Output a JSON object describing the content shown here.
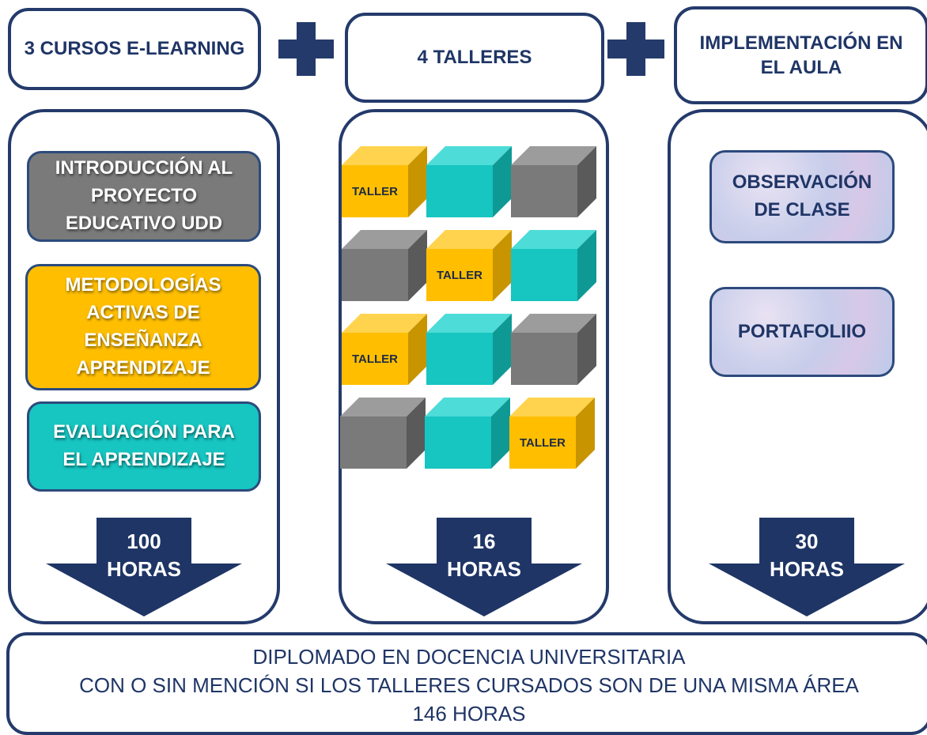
{
  "headers": {
    "col1": "3 CURSOS E-LEARNING",
    "col2": "4 TALLERES",
    "col3": "IMPLEMENTACIÓN EN EL AULA"
  },
  "courses": [
    {
      "label": "INTRODUCCIÓN AL PROYECTO EDUCATIVO UDD",
      "color": "#7a7a7a"
    },
    {
      "label": "METODOLOGÍAS ACTIVAS DE ENSEÑANZA APRENDIZAJE",
      "color": "#ffbf00"
    },
    {
      "label": "EVALUACIÓN PARA EL APRENDIZAJE",
      "color": "#17c5c1"
    }
  ],
  "taller_label": "TALLER",
  "cube_grid": [
    [
      "taller",
      "teal",
      "gray"
    ],
    [
      "gray",
      "taller",
      "teal"
    ],
    [
      "taller",
      "teal",
      "gray"
    ],
    [
      "gray",
      "teal",
      "taller"
    ]
  ],
  "implementation": {
    "item1": "OBSERVACIÓN DE CLASE",
    "item2": "PORTAFOLIIO"
  },
  "hours": {
    "col1": {
      "value": "100",
      "unit": "HORAS"
    },
    "col2": {
      "value": "16",
      "unit": "HORAS"
    },
    "col3": {
      "value": "30",
      "unit": "HORAS"
    }
  },
  "footer": {
    "line1": "DIPLOMADO EN DOCENCIA UNIVERSITARIA",
    "line2": "CON O SIN MENCIÓN SI LOS TALLERES CURSADOS SON DE UNA MISMA ÁREA",
    "line3": "146 HORAS"
  },
  "colors": {
    "navy": "#243a6b",
    "gray": "#7a7a7a",
    "yellow": "#ffbf00",
    "teal": "#17c5c1"
  }
}
